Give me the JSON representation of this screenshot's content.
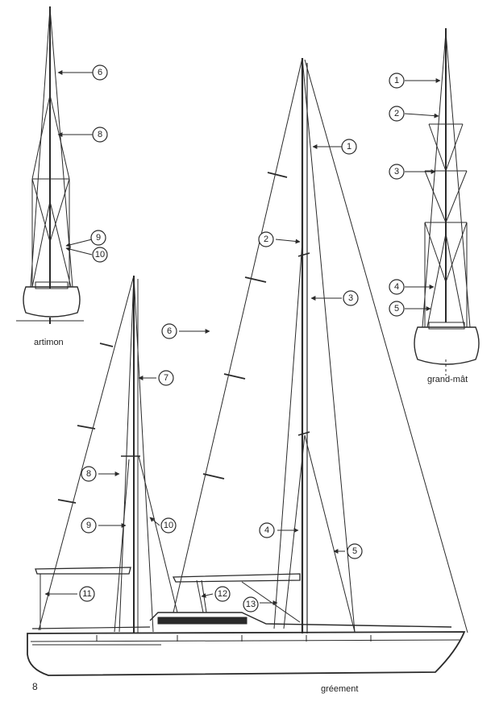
{
  "captions": {
    "artimon": "artimon",
    "grand_mat": "grand-mât",
    "page_number": "8",
    "gréement": "gréement"
  },
  "callouts": {
    "artimon_view": [
      "6",
      "8",
      "9",
      "10"
    ],
    "grand_mat_view": [
      "1",
      "2",
      "3",
      "4",
      "5"
    ],
    "main_view": [
      "1",
      "2",
      "3",
      "4",
      "5",
      "6",
      "7",
      "8",
      "9",
      "10",
      "11",
      "12",
      "13"
    ]
  },
  "colors": {
    "line": "#2a2a2a",
    "paper": "#ffffff"
  }
}
